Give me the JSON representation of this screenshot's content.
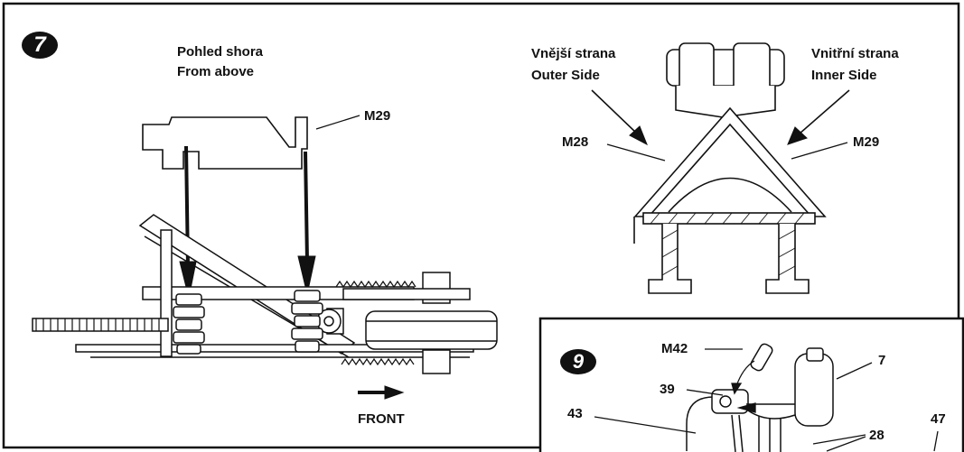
{
  "step7": {
    "number": "7",
    "view_cz": "Pohled shora",
    "view_en": "From above",
    "part_top": "M29",
    "outer_cz": "Vnější strana",
    "outer_en": "Outer Side",
    "inner_cz": "Vnitřní strana",
    "inner_en": "Inner Side",
    "part_left": "M28",
    "part_right": "M29",
    "front_label": "FRONT"
  },
  "step9": {
    "number": "9",
    "callouts": [
      "M42",
      "7",
      "39",
      "43",
      "28",
      "47"
    ]
  },
  "colors": {
    "ink": "#111111",
    "paper": "#ffffff"
  }
}
